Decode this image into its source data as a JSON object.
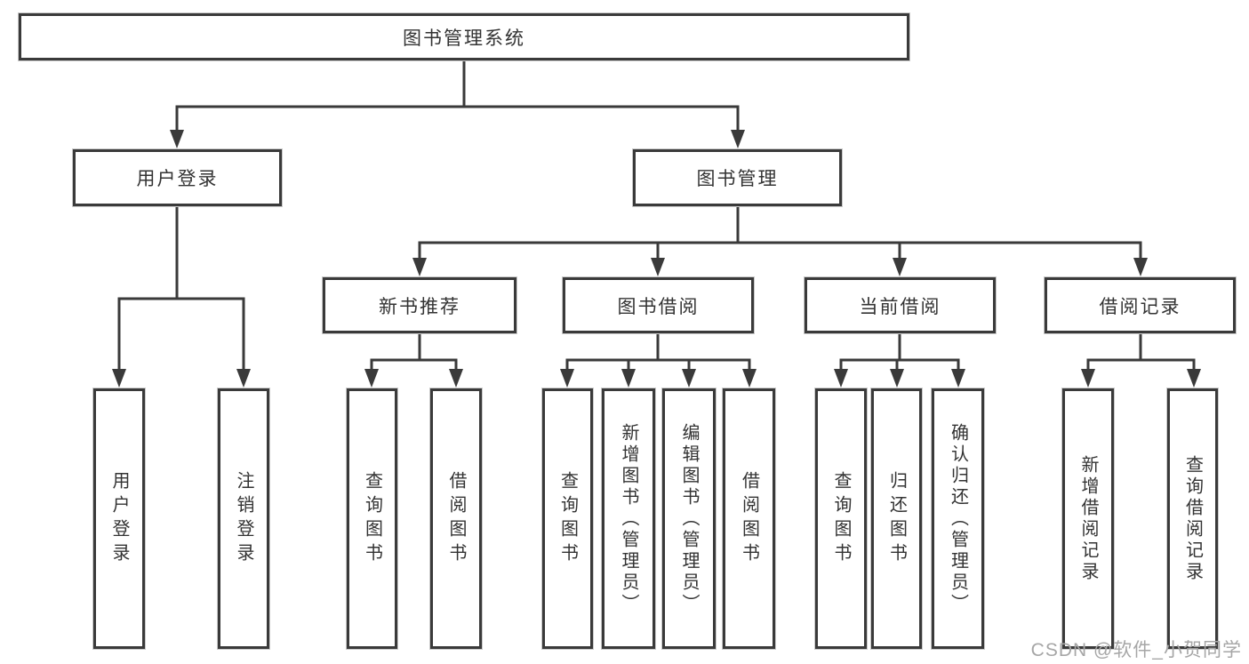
{
  "diagram": {
    "title": "图书管理系统",
    "nodes": {
      "root": {
        "label": "图书管理系统"
      },
      "user_login": {
        "label": "用户登录"
      },
      "book_management": {
        "label": "图书管理"
      },
      "new_book_recommendation": {
        "label": "新书推荐"
      },
      "book_borrowing": {
        "label": "图书借阅"
      },
      "current_borrowing": {
        "label": "当前借阅"
      },
      "borrowing_records": {
        "label": "借阅记录"
      }
    },
    "leaves": {
      "user_login_leaf": {
        "label": "用户登录"
      },
      "logout": {
        "label": "注销登录"
      },
      "rec_query_books": {
        "label": "查询图书"
      },
      "rec_borrow_books": {
        "label": "借阅图书"
      },
      "bb_query_books": {
        "label": "查询图书"
      },
      "bb_add_books_admin": {
        "label": "新增图书（管理员）"
      },
      "bb_edit_books_admin": {
        "label": "编辑图书（管理员）"
      },
      "bb_borrow_books": {
        "label": "借阅图书"
      },
      "cb_query_books": {
        "label": "查询图书"
      },
      "cb_return_books": {
        "label": "归还图书"
      },
      "cb_confirm_return_admin": {
        "label": "确认归还（管理员）"
      },
      "br_add_record": {
        "label": "新增借阅记录"
      },
      "br_query_record": {
        "label": "查询借阅记录"
      }
    },
    "colors": {
      "line": "#3a3a3a",
      "text": "#333333",
      "watermark": "#a6a6a6",
      "background": "#ffffff"
    }
  },
  "watermark": {
    "text": "CSDN @软件_小贺同学"
  }
}
